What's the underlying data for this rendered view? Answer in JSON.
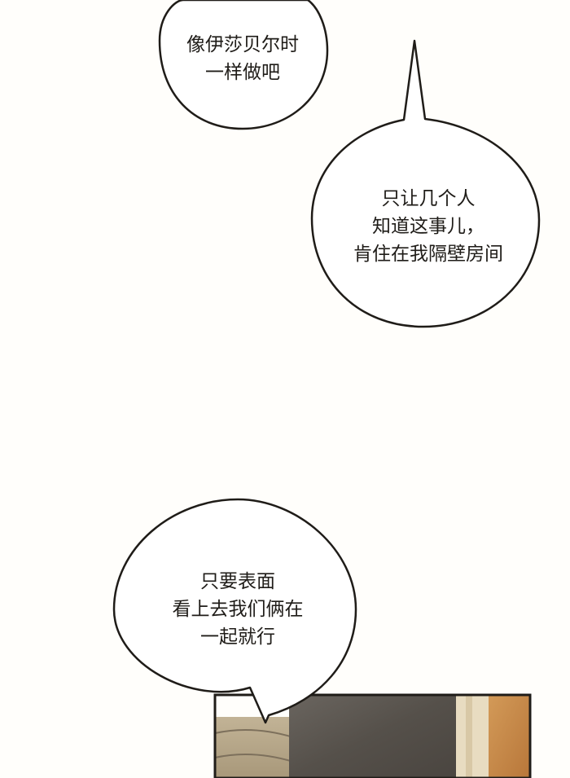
{
  "panels": {
    "bubble_1": {
      "lines": [
        "像伊莎贝尔时",
        "一样做吧"
      ]
    },
    "bubble_2": {
      "lines": [
        "只让几个人",
        "知道这事儿，",
        "肯住在我隔壁房间"
      ]
    },
    "bubble_3": {
      "lines": [
        "只要表面",
        "看上去我们俩在",
        "一起就行"
      ]
    }
  },
  "colors": {
    "background": "#fffefb",
    "ink": "#1f1c18",
    "bubble_fill": "#ffffff",
    "wall_dark": "#5d5852",
    "wall_mid": "#8a8174",
    "wood_tan": "#b9a98d",
    "wood_orange": "#c88a48",
    "trim_pale": "#e8dcc1"
  }
}
